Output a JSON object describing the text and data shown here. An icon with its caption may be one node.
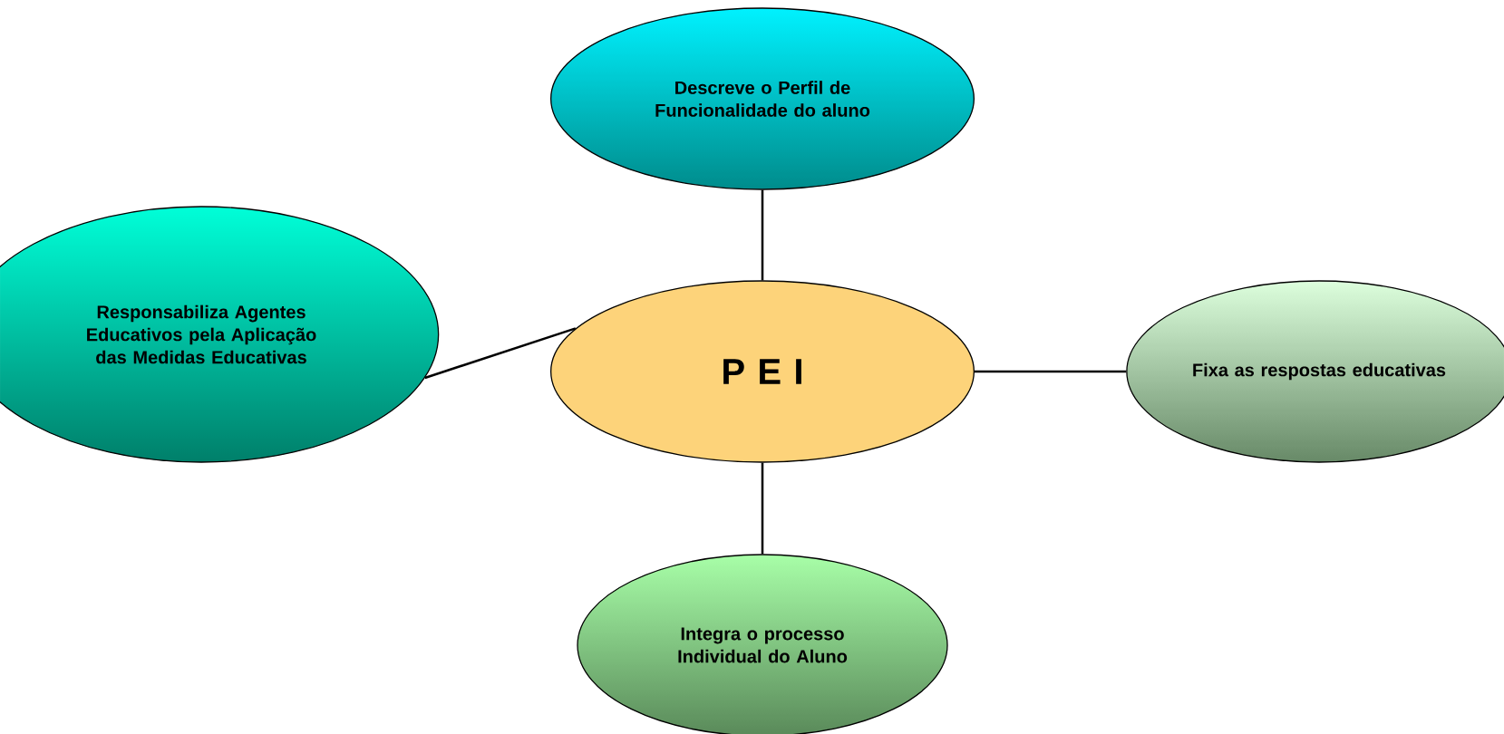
{
  "diagram": {
    "nodes": [
      {
        "text": [
          "Descreve o Perfil de Funcionalidade do aluno"
        ]
      },
      {
        "text": [
          "Responsabiliza Agentes Educativos pela Aplicação das Medidas Educativas"
        ]
      },
      {
        "text": [
          "P E I"
        ]
      },
      {
        "text": [
          "Fixa as respostas educativas"
        ]
      },
      {
        "text": [
          "Integra o processo Individual do Aluno"
        ]
      }
    ],
    "edges": [
      {
        "from": 2,
        "to": 0,
        "arrow": "none"
      },
      {
        "from": 2,
        "to": 1,
        "arrow": "none"
      },
      {
        "from": 2,
        "to": 3,
        "arrow": "none"
      },
      {
        "from": 2,
        "to": 4,
        "arrow": "none"
      }
    ]
  }
}
